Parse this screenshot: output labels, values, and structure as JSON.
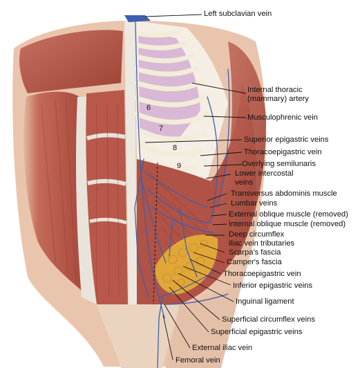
{
  "labels": {
    "left_subclavian_vein": "Left subclavian vein",
    "internal_thoracic_artery_1": "Internal thoracic",
    "internal_thoracic_artery_2": "(mammary) artery",
    "musculophrenic_vein": "Musculophrenic vein",
    "superior_epigastric_veins": "Superior epigastric veins",
    "thoracoepigastric_vein_upper": "Thoracoepigastric vein",
    "overlying_semilunaris": "Overlying semilunaris",
    "lower_intercostal_veins_1": "Lower intercostal",
    "lower_intercostal_veins_2": "veins",
    "transversus_abdominis_muscle": "Transversus abdominis muscle",
    "lumbar_veins": "Lumbar veins",
    "external_oblique_muscle": "External oblique muscle (removed)",
    "internal_oblique_muscle": "Internal oblique muscle (removed)",
    "deep_circumflex_1": "Deep circumflex",
    "deep_circumflex_2": "iliac vein tributaries",
    "scarpas_fascia": "Scarpa's fascia",
    "campers_fascia": "Camper's fascia",
    "thoracoepigastric_vein_lower": "Thoracoepigastric vein",
    "inferior_epigastric_veins": "Inferior epigastric veins",
    "inguinal_ligament": "Inguinal ligament",
    "superficial_circumflex_veins": "Superficial circumflex veins",
    "superficial_epigastric_veins": "Superficial epigastric veins",
    "external_iliac_vein": "External iliac vein",
    "femoral_vein": "Femoral vein"
  },
  "rib_numbers": [
    "6",
    "7",
    "8",
    "9"
  ],
  "colors": {
    "muscle": "#b8584a",
    "muscle_dark": "#8e3a30",
    "fascia": "#e8e4dc",
    "fat": "#e0a638",
    "vein": "#3d5fae",
    "bone": "#f2ecd8",
    "pleura": "#d9b8d6",
    "skin": "#e9c5ad"
  }
}
